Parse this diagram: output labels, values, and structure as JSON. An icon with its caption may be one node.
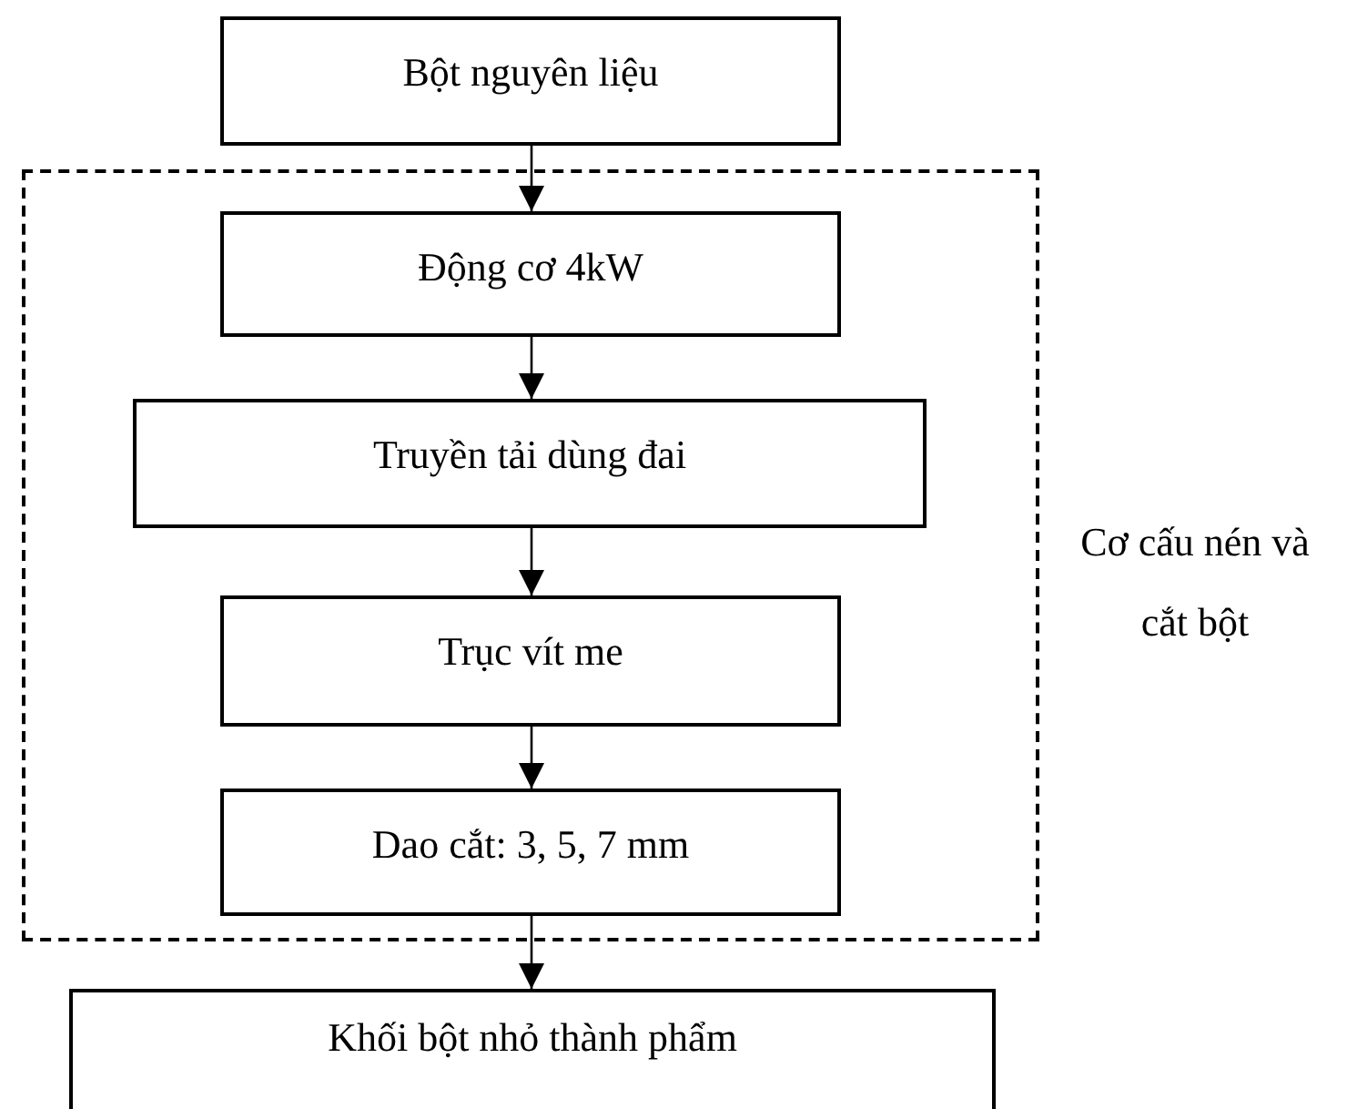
{
  "diagram": {
    "nodes": [
      {
        "text": [
          "Bột nguyên liệu"
        ]
      },
      {
        "text": [
          "Cơ cấu nén và cắt bột"
        ]
      },
      {
        "text": [
          "Động cơ 4kW"
        ],
        "in": 1
      },
      {
        "text": [
          "Truyền tải dùng đai"
        ],
        "in": 1
      },
      {
        "text": [
          "Trục vít me"
        ],
        "in": 1
      },
      {
        "text": [
          "Dao cắt: 3, 5, 7 mm"
        ],
        "in": 1
      },
      {
        "text": [
          "Khối bột nhỏ thành phẩm"
        ]
      }
    ],
    "edges": [
      {
        "from": 0,
        "to": 2,
        "arrow": "to"
      },
      {
        "from": 2,
        "to": 3,
        "arrow": "to"
      },
      {
        "from": 3,
        "to": 4,
        "arrow": "to"
      },
      {
        "from": 4,
        "to": 5,
        "arrow": "to"
      },
      {
        "from": 5,
        "to": 6,
        "arrow": "to"
      }
    ]
  }
}
